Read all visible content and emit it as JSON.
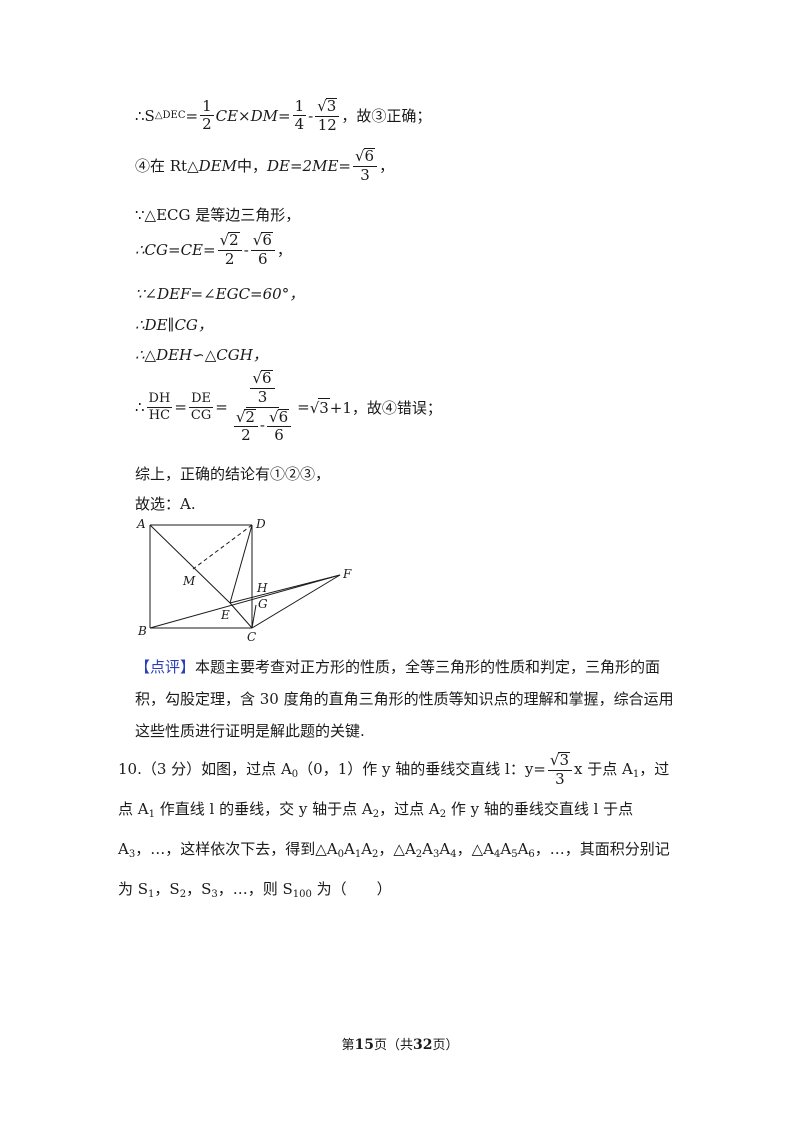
{
  "lines": {
    "l1_prefix": "∴S",
    "l1_sub": "△DEC",
    "l1_eq1": "=",
    "l1_f1_num": "1",
    "l1_f1_den": "2",
    "l1_mid": "CE×DM=",
    "l1_f2_num": "1",
    "l1_f2_den": "4",
    "l1_minus": "-",
    "l1_f3_rad": "3",
    "l1_f3_den": "12",
    "l1_end": "，故③正确；",
    "l2_start": "④在 Rt△",
    "l2_dem": "DEM",
    "l2_mid": " 中，",
    "l2_eq": "DE=2ME=",
    "l2_rad": "6",
    "l2_den": "3",
    "l2_end": "，",
    "l3": "∵△ECG 是等边三角形，",
    "l4_start": "∴CG=CE=",
    "l4_f1_rad": "2",
    "l4_f1_den": "2",
    "l4_minus": "-",
    "l4_f2_rad": "6",
    "l4_f2_den": "6",
    "l4_end": "，",
    "l5": "∵∠DEF=∠EGC=60°，",
    "l6": "∴DE∥CG，",
    "l7": "∴△DEH∽△CGH，",
    "l8_start": "∴",
    "l8_f1_num": "DH",
    "l8_f1_den": "HC",
    "l8_eq1": "=",
    "l8_f2_num": "DE",
    "l8_f2_den": "CG",
    "l8_eq2": "=",
    "l8_big_num_rad": "6",
    "l8_big_num_den": "3",
    "l8_big_den_rad1": "2",
    "l8_big_den_d1": "2",
    "l8_big_den_minus": "-",
    "l8_big_den_rad2": "6",
    "l8_big_den_d2": "6",
    "l8_eq3": "=",
    "l8_rad": "3",
    "l8_end": "+1，故④错误；",
    "l9": "综上，正确的结论有①②③，",
    "l10": "故选：A."
  },
  "figure": {
    "labels": [
      "A",
      "D",
      "M",
      "H",
      "F",
      "G",
      "E",
      "B",
      "C"
    ]
  },
  "comment": {
    "bracket_label": "【点评】",
    "text": "本题主要考查对正方形的性质，全等三角形的性质和判定，三角形的面积，勾股定理，含 30 度角的直角三角形的性质等知识点的理解和掌握，综合运用这些性质进行证明是解此题的关键."
  },
  "question": {
    "number": "10.",
    "score": "（3 分）",
    "text1": "如图，过点 A",
    "sub0": "0",
    "text2": "（0，1）作 y 轴的垂线交直线 l：y=",
    "frac_rad": "3",
    "frac_den": "3",
    "text3": "x 于点 A",
    "sub1": "1",
    "text4": "，过点 A",
    "sub1b": "1",
    "text5": " 作直线 l 的垂线，交 y 轴于点 A",
    "sub2": "2",
    "text6": "，过点 A",
    "sub2b": "2",
    "text7": " 作 y 轴的垂线交直线 l 于点 A",
    "sub3": "3",
    "text8": "，…，这样依次下去，得到△A",
    "s0": "0",
    "t_a": "A",
    "s1": "1",
    "t_b": "A",
    "s2": "2",
    "text9": "，△A",
    "s2b": "2",
    "t_c": "A",
    "s3": "3",
    "t_d": "A",
    "s4": "4",
    "text10": "，△A",
    "s4b": "4",
    "t_e": "A",
    "s5": "5",
    "t_f": "A",
    "s6": "6",
    "text11": "，…，其面积分别记为 S",
    "S1": "1",
    "text12": "，S",
    "S2": "2",
    "text13": "，S",
    "S3": "3",
    "text14": "，…，则 S",
    "S100": "100",
    "text15": " 为（　　）"
  },
  "footer": {
    "pre": "第",
    "page": "15",
    "mid": "页（共",
    "total": "32",
    "post": "页）"
  }
}
